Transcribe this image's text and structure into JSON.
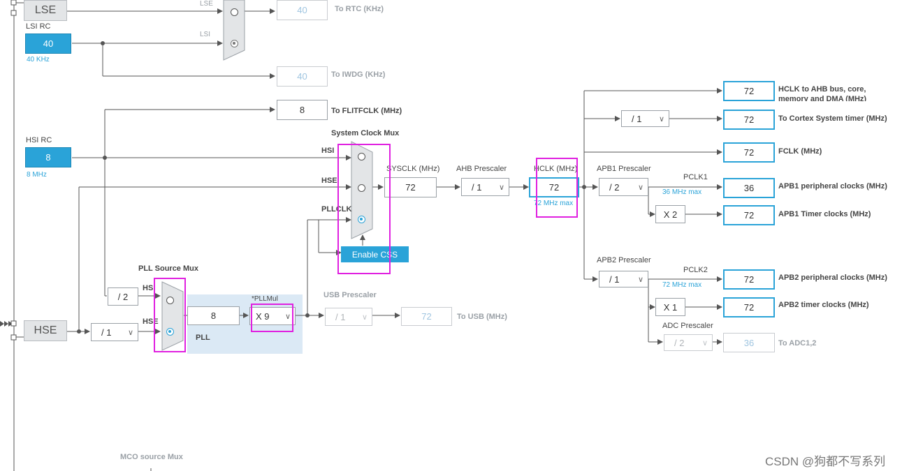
{
  "sources": {
    "lse_label": "LSE",
    "lsi_rc_label": "LSI RC",
    "lsi_value": "40",
    "lsi_freq": "40 KHz",
    "hsi_rc_label": "HSI RC",
    "hsi_value": "8",
    "hsi_freq": "8 MHz",
    "hse_label": "HSE"
  },
  "rtc_mux": {
    "lse_in": "LSE",
    "lsi_in": "LSI"
  },
  "outputs_left": {
    "rtc_value": "40",
    "rtc_label": "To RTC (KHz)",
    "iwdg_value": "40",
    "iwdg_label": "To IWDG (KHz)",
    "flitf_value": "8",
    "flitf_label": "To FLITFCLK (MHz)"
  },
  "pll": {
    "source_mux_label": "PLL Source Mux",
    "hsi_div": "/ 2",
    "hsi_in": "HSI",
    "hse_in": "HSE",
    "hse_prediv": "/ 1",
    "pll_value": "8",
    "pll_label": "PLL",
    "mul_label": "*PLLMul",
    "mul_value": "X 9"
  },
  "usb": {
    "prescaler_label": "USB Prescaler",
    "prescaler_value": "/ 1",
    "value": "72",
    "label": "To USB (MHz)"
  },
  "sysclk_mux": {
    "label": "System Clock Mux",
    "hsi_in": "HSI",
    "hse_in": "HSE",
    "pllclk_in": "PLLCLK",
    "enable_css": "Enable CSS"
  },
  "sysclk": {
    "label": "SYSCLK (MHz)",
    "value": "72"
  },
  "ahb": {
    "prescaler_label": "AHB Prescaler",
    "prescaler_value": "/ 1"
  },
  "hclk": {
    "label": "HCLK (MHz)",
    "value": "72",
    "max": "72 MHz max"
  },
  "ahb_outputs": {
    "hclk_value": "72",
    "hclk_label": "HCLK to AHB bus, core, memory and DMA (MHz)",
    "cortex_div": "/ 1",
    "cortex_value": "72",
    "cortex_label": "To Cortex System timer (MHz)",
    "fclk_value": "72",
    "fclk_label": "FCLK (MHz)"
  },
  "apb1": {
    "prescaler_label": "APB1 Prescaler",
    "prescaler_value": "/ 2",
    "pclk_label": "PCLK1",
    "pclk_max": "36 MHz max",
    "periph_value": "36",
    "periph_label": "APB1 peripheral clocks (MHz)",
    "timer_mul": "X 2",
    "timer_value": "72",
    "timer_label": "APB1 Timer clocks (MHz)"
  },
  "apb2": {
    "prescaler_label": "APB2 Prescaler",
    "prescaler_value": "/ 1",
    "pclk_label": "PCLK2",
    "pclk_max": "72 MHz max",
    "periph_value": "72",
    "periph_label": "APB2 peripheral clocks (MHz)",
    "timer_mul": "X 1",
    "timer_value": "72",
    "timer_label": "APB2 timer clocks (MHz)",
    "adc_prescaler_label": "ADC Prescaler",
    "adc_prescaler_value": "/ 2",
    "adc_value": "36",
    "adc_label": "To ADC1,2"
  },
  "mco": {
    "label": "MCO source Mux"
  },
  "watermark": "CSDN @狗都不写系列",
  "colors": {
    "accent": "#2aa3d8",
    "highlight": "#e020e0",
    "mux_fill": "#e3e5e7",
    "pll_bg": "#dbe9f5"
  }
}
